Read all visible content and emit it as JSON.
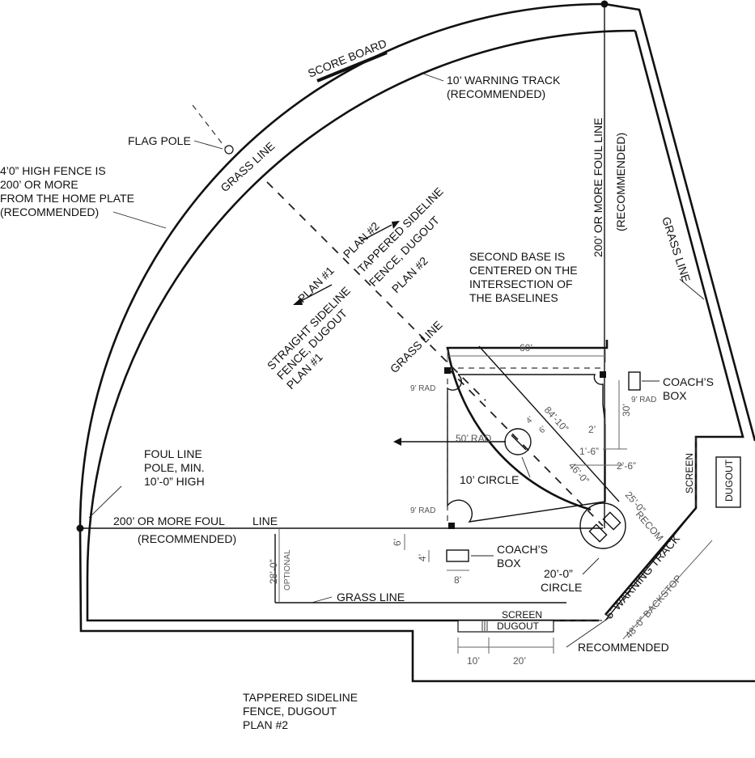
{
  "labels": {
    "scoreboard": "SCORE BOARD",
    "warning_track_1": "10’ WARNING TRACK",
    "warning_track_2": "(RECOMMENDED)",
    "flag_pole": "FLAG POLE",
    "grass_line": "GRASS LINE",
    "fence_1": "4’0” HIGH FENCE IS",
    "fence_2": "200’ OR MORE",
    "fence_3": "FROM THE HOME PLATE",
    "fence_4": "(RECOMMENDED)",
    "plan1": "PLAN #1",
    "plan2": "PLAN #2",
    "tapered_1": "TAPPERED SIDELINE",
    "tapered_2": "FENCE, DUGOUT",
    "tapered_3": "PLAN #2",
    "straight_1": "STRAIGHT SIDELINE",
    "straight_2": "FENCE, DUGOUT",
    "straight_3": "PLAN #1",
    "foul_right_1": "200’ OR MORE FOUL LINE",
    "foul_right_2": "(RECOMMENDED)",
    "second_base_1": "SECOND BASE IS",
    "second_base_2": "CENTERED ON THE",
    "second_base_3": "INTERSECTION OF",
    "second_base_4": "THE BASELINES",
    "coachs_box_1": "COACH’S",
    "coachs_box_2": "BOX",
    "screen": "SCREEN",
    "dugout": "DUGOUT",
    "ten_circle": "10’ CIRCLE",
    "foul_pole_1": "FOUL LINE",
    "foul_pole_2": "POLE, MIN.",
    "foul_pole_3": "10’-0” HIGH",
    "foul_left_a": "200’ OR MORE FOUL",
    "foul_left_b": "LINE",
    "foul_left_2": "(RECOMMENDED)",
    "optional": "OPTIONAL",
    "twenty_circle_1": "20’-0”",
    "twenty_circle_2": "CIRCLE",
    "warning_track_5": "5’ WARNING TRACK",
    "recom": "RECOM",
    "backstop": "48’-0” BACKSTOP",
    "recommended": "RECOMMENDED",
    "caption_1": "TAPPERED SIDELINE",
    "caption_2": "FENCE, DUGOUT",
    "caption_3": "PLAN #2"
  },
  "dimensions": {
    "d60": "60’",
    "d30": "30’",
    "d9rad": "9’ RAD",
    "d84": "84’-10”",
    "d4": "4’",
    "d6": "6’",
    "d2": "2’",
    "d1_6": "1’-6”",
    "d2_6": "2’-6”",
    "d46": "46’-0”",
    "d50rad": "50’ RAD.",
    "d25": "25’-0”",
    "d28": "28’-0”",
    "d6b": "6’",
    "d4b": "4’",
    "d8": "8’",
    "d10": "10’",
    "d20": "20’"
  }
}
